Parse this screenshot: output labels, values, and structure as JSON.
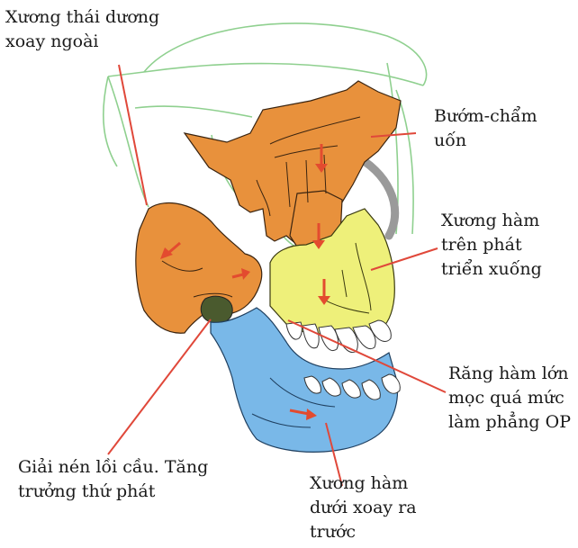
{
  "labels": {
    "temporal": [
      "Xương thái dương",
      "xoay ngoài"
    ],
    "spheno": [
      "Bướm-chẩm",
      "uốn"
    ],
    "maxilla": [
      "Xương hàm",
      "trên phát",
      "triển xuống"
    ],
    "molars": [
      "Răng hàm lớn",
      "mọc quá mức",
      "làm phẳng OP"
    ],
    "condyle": [
      "Giải nén lồi cầu. Tăng",
      "trưởng thứ phát"
    ],
    "mandible": [
      "Xương hàm",
      "dưới xoay ra",
      "trước"
    ]
  },
  "colors": {
    "skull_outline": "#8fd08f",
    "bone_orange": "#e8913c",
    "maxilla_yellow": "#eef07a",
    "mandible_blue": "#79b8e8",
    "condyle_green": "#4a5a2e",
    "leader_line": "#e0483a",
    "arrow": "#e34b2f",
    "grey_band": "#9a9a9a",
    "tooth": "#ffffff"
  }
}
